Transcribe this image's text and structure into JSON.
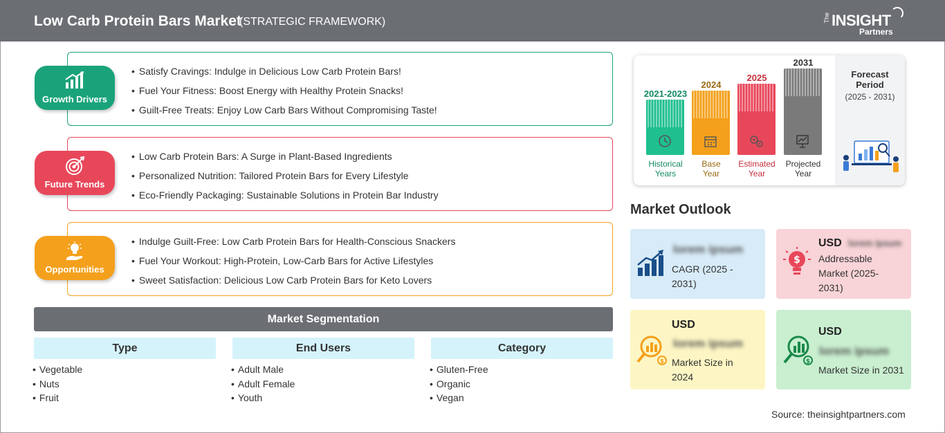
{
  "header": {
    "title": "Low Carb Protein Bars Market",
    "subtitle": "(STRATEGIC FRAMEWORK)",
    "logo": {
      "the": "The",
      "insight": "INSIGHT",
      "partners": "Partners"
    }
  },
  "categories": [
    {
      "label": "Growth Drivers",
      "color": "#1aa37a",
      "icon": "bar-chart-growth-icon",
      "items": [
        "Satisfy Cravings: Indulge in Delicious Low Carb Protein Bars!",
        "Fuel Your Fitness: Boost Energy with Healthy Protein Snacks!",
        "Guilt-Free Treats: Enjoy Low Carb Bars Without Compromising Taste!"
      ]
    },
    {
      "label": "Future Trends",
      "color": "#e8475a",
      "icon": "target-icon",
      "items": [
        "Low Carb Protein Bars: A Surge in Plant-Based Ingredients",
        "Personalized Nutrition: Tailored Protein Bars for Every Lifestyle",
        "Eco-Friendly Packaging: Sustainable Solutions in Protein Bar Industry"
      ]
    },
    {
      "label": "Opportunities",
      "color": "#f4a01c",
      "icon": "lightbulb-hand-icon",
      "items": [
        "Indulge Guilt-Free: Low Carb Protein Bars for Health-Conscious Snackers",
        "Fuel Your Workout: High-Protein, Low-Carb Bars for Active Lifestyles",
        "Sweet Satisfaction: Delicious Low Carb Protein Bars for Keto Lovers"
      ]
    }
  ],
  "segmentation": {
    "title": "Market Segmentation",
    "columns": [
      {
        "header": "Type",
        "items": [
          "Vegetable",
          "Nuts",
          "Fruit"
        ]
      },
      {
        "header": "End Users",
        "items": [
          "Adult Male",
          "Adult Female",
          "Youth"
        ]
      },
      {
        "header": "Category",
        "items": [
          "Gluten-Free",
          "Organic",
          "Vegan"
        ]
      }
    ]
  },
  "timeline": {
    "bars": [
      {
        "year": "2021-2023",
        "label_line1": "Historical",
        "label_line2": "Years",
        "color": "#1fbf8f",
        "text_color": "#138a66",
        "icon": "history-clock-icon"
      },
      {
        "year": "2024",
        "label_line1": "Base",
        "label_line2": "Year",
        "color": "#f4a01c",
        "text_color": "#9a6a12",
        "icon": "calendar-icon"
      },
      {
        "year": "2025",
        "label_line1": "Estimated",
        "label_line2": "Year",
        "color": "#e8475a",
        "text_color": "#c5303f",
        "icon": "gears-icon"
      },
      {
        "year": "2031",
        "label_line1": "Projected",
        "label_line2": "Year",
        "color": "#7a7a7a",
        "text_color": "#333333",
        "icon": "presentation-chart-icon"
      }
    ],
    "forecast": {
      "label_line1": "Forecast",
      "label_line2": "Period",
      "period": "(2025 - 2031)"
    }
  },
  "outlook": {
    "title": "Market Outlook",
    "cards": [
      {
        "prefix": "",
        "value": "lorem ipsum",
        "desc": "CAGR (2025 - 2031)",
        "bg": "#d7ebf8",
        "icon": "growth-chart-icon"
      },
      {
        "prefix": "USD",
        "value": "lorem ipsum",
        "desc": "Addressable Market (2025-2031)",
        "bg": "#f8d3d7",
        "icon": "lightbulb-dollar-icon"
      },
      {
        "prefix": "USD",
        "value": "lorem ipsum",
        "desc": "Market Size in 2024",
        "bg": "#fdf6c4",
        "icon": "magnifier-chart-icon"
      },
      {
        "prefix": "USD",
        "value": "lorem ipsum",
        "desc": "Market Size in 2031",
        "bg": "#c9efd0",
        "icon": "magnifier-bars-icon"
      }
    ]
  },
  "source": "Source: theinsightpartners.com"
}
